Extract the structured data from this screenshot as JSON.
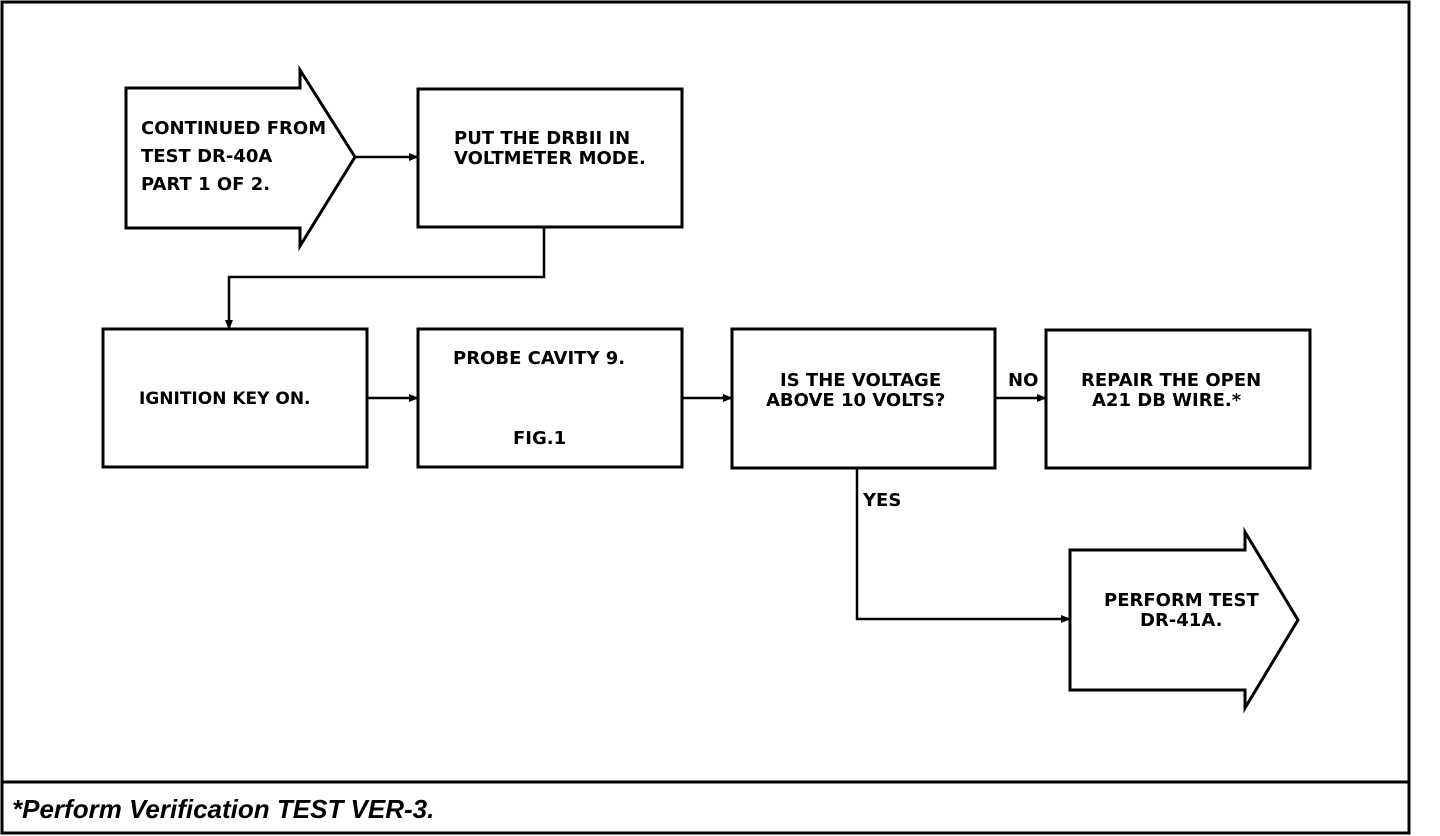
{
  "diagram": {
    "entry": {
      "lines": [
        "CONTINUED FROM",
        "TEST DR-40A",
        "PART 1 OF 2."
      ]
    },
    "step1": {
      "lines": [
        "PUT THE DRBII IN",
        "VOLTMETER MODE."
      ]
    },
    "step2": {
      "lines": [
        "IGNITION KEY ON."
      ]
    },
    "step3": {
      "lines": [
        "PROBE CAVITY 9."
      ],
      "figure": "FIG.1"
    },
    "decision": {
      "lines": [
        "IS THE VOLTAGE",
        "ABOVE 10 VOLTS?"
      ],
      "no_label": "NO",
      "yes_label": "YES"
    },
    "repair": {
      "lines": [
        "REPAIR THE OPEN",
        "A21 DB WIRE.*"
      ]
    },
    "exit": {
      "lines": [
        "PERFORM TEST",
        "DR-41A."
      ]
    }
  },
  "footnote": "*Perform Verification TEST VER-3.",
  "colors": {
    "ink": "#000000",
    "paper": "#ffffff"
  }
}
